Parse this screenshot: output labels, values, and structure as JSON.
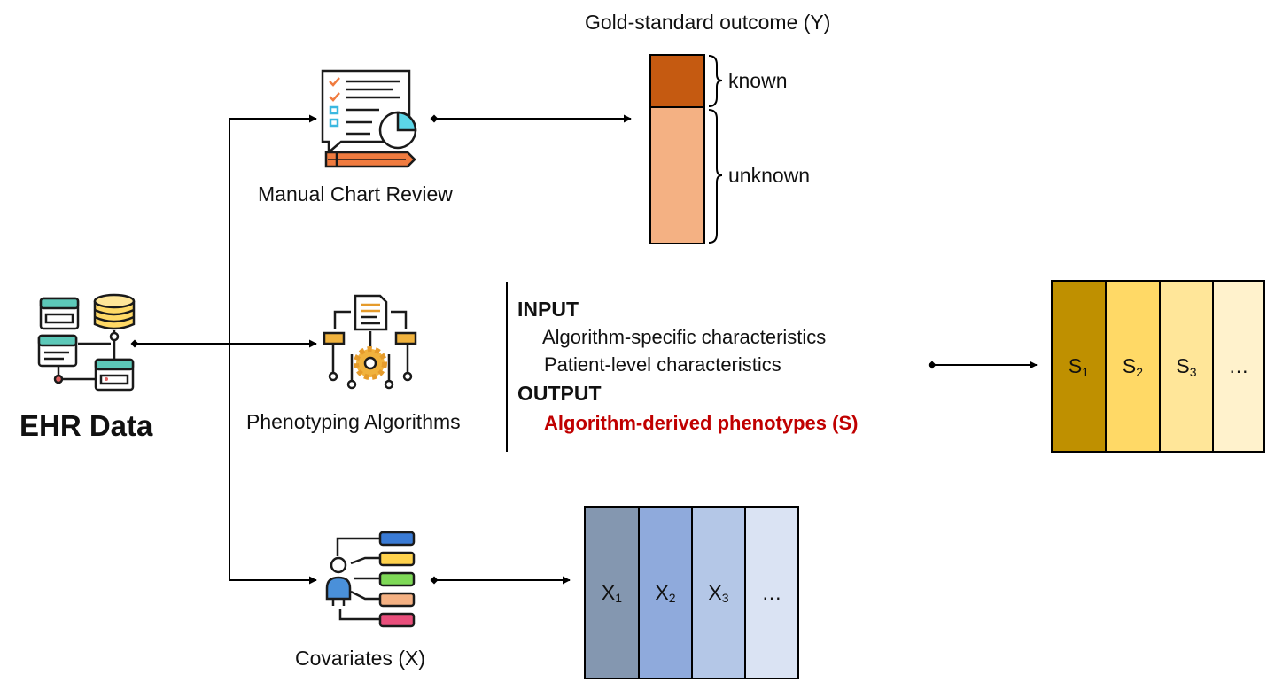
{
  "gold_title": "Gold-standard outcome (Y)",
  "gold_bar": {
    "segments": [
      {
        "label": "known",
        "color": "#c55a11"
      },
      {
        "label": "unknown",
        "color": "#f4b183"
      }
    ]
  },
  "sources": {
    "ehr_label": "EHR Data",
    "chart_review_label": "Manual Chart Review",
    "phenotyping_label": "Phenotyping Algorithms",
    "covariates_label": "Covariates (X)"
  },
  "io_box": {
    "input_heading": "INPUT",
    "input_items": [
      "Algorithm-specific characteristics",
      "Patient-level characteristics"
    ],
    "output_heading": "OUTPUT",
    "output_item": "Algorithm-derived phenotypes (S)",
    "output_color": "#c00000"
  },
  "s_matrix": {
    "cells": [
      {
        "base": "S",
        "sub": "1",
        "color": "#bf9000"
      },
      {
        "base": "S",
        "sub": "2",
        "color": "#ffd966"
      },
      {
        "base": "S",
        "sub": "3",
        "color": "#ffe699"
      },
      {
        "base": "…",
        "sub": "",
        "color": "#fff2cc"
      }
    ]
  },
  "x_matrix": {
    "cells": [
      {
        "base": "X",
        "sub": "1",
        "color": "#8497b0"
      },
      {
        "base": "X",
        "sub": "2",
        "color": "#8faadc"
      },
      {
        "base": "X",
        "sub": "3",
        "color": "#b4c7e7"
      },
      {
        "base": "…",
        "sub": "",
        "color": "#dae3f3"
      }
    ]
  },
  "icons": {
    "ehr": "database-network-icon",
    "chart_review": "checklist-report-icon",
    "phenotyping": "algorithm-gear-icon",
    "covariates": "person-variables-icon"
  }
}
